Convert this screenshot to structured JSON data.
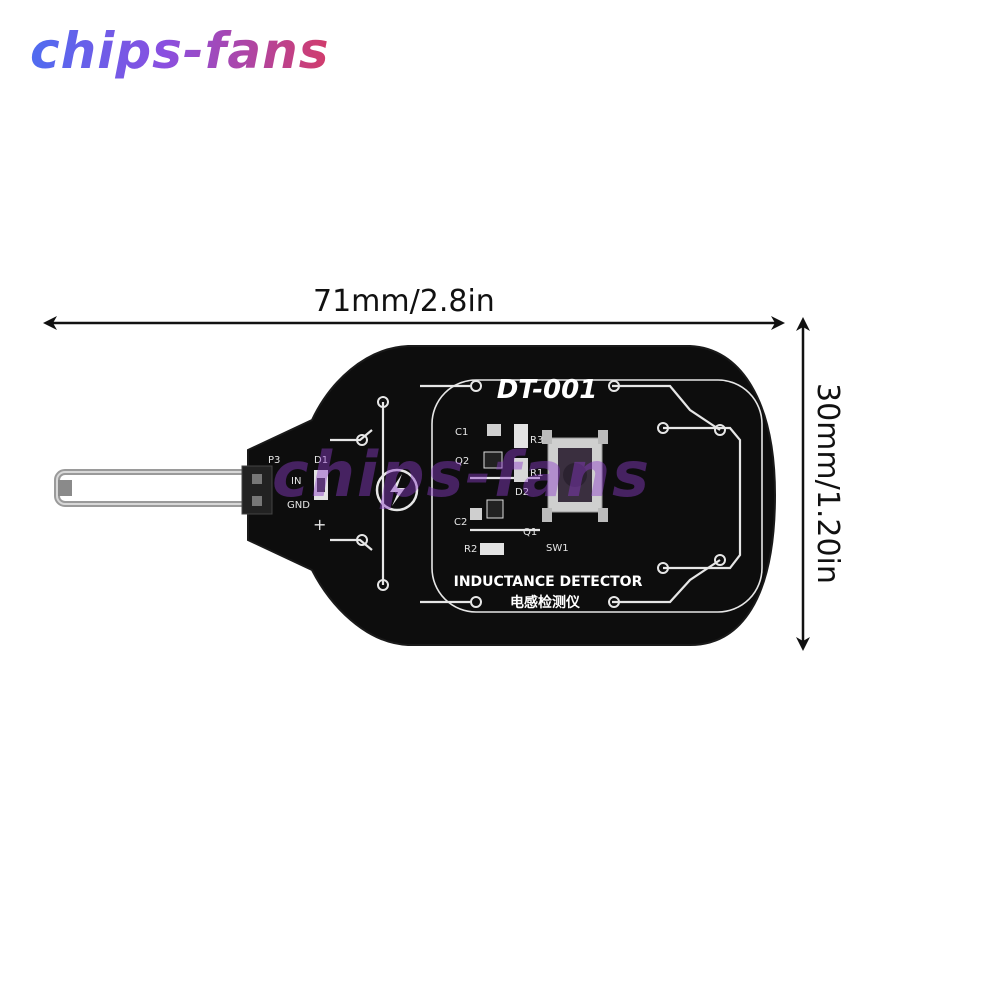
{
  "brand": {
    "logo_text": "chips-fans",
    "watermark_text": "chips-fans"
  },
  "dimensions": {
    "width": "71mm/2.8in",
    "height": "30mm/1.20in"
  },
  "board": {
    "model": "DT-001",
    "name_en": "INDUCTANCE DETECTOR",
    "name_cn": "电感检测仪",
    "labels": {
      "p3": "P3",
      "d1": "D1",
      "in": "IN",
      "gnd": "GND",
      "plus": "+",
      "c1": "C1",
      "q2": "Q2",
      "r3": "R3",
      "r1": "R1",
      "d2": "D2",
      "c2": "C2",
      "q1": "Q1",
      "r2": "R2",
      "sw1": "SW1"
    }
  },
  "colors": {
    "pcb": "#0d0d0d",
    "silkscreen": "#e6e6e6",
    "accent": "#7a5cf0"
  }
}
